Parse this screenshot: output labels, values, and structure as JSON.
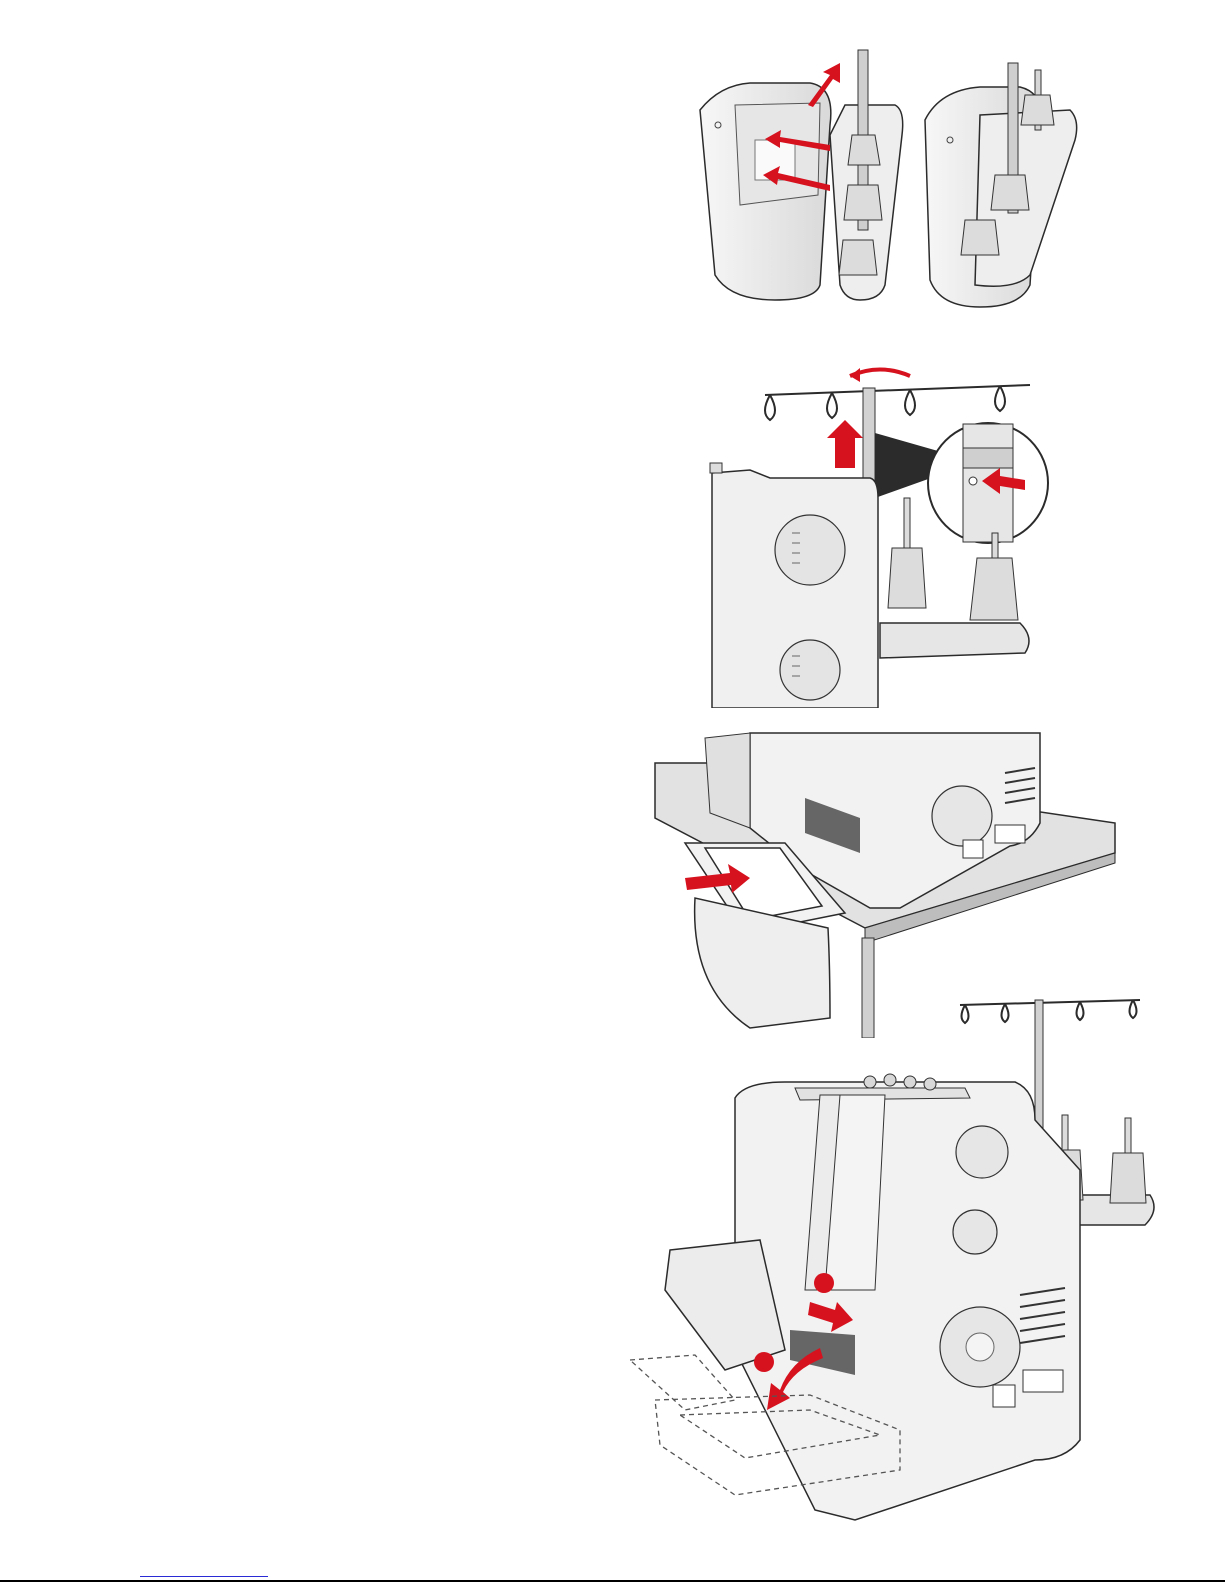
{
  "page": {
    "background": "#ffffff",
    "illustration_style": "grayscale line art with red instruction arrows",
    "accent_color": "#d6121f",
    "machine_fill": "#f2f2f2",
    "machine_stroke": "#2b2b2b"
  },
  "figures": [
    {
      "id": "spool-holder-attach",
      "icon": "spool-holder-attachment-illustration"
    },
    {
      "id": "telescopic-thread-guide",
      "icon": "thread-guide-raise-illustration"
    },
    {
      "id": "waste-container-insert",
      "icon": "waste-container-illustration"
    },
    {
      "id": "waste-container-remove",
      "icon": "serger-overview-illustration"
    }
  ]
}
